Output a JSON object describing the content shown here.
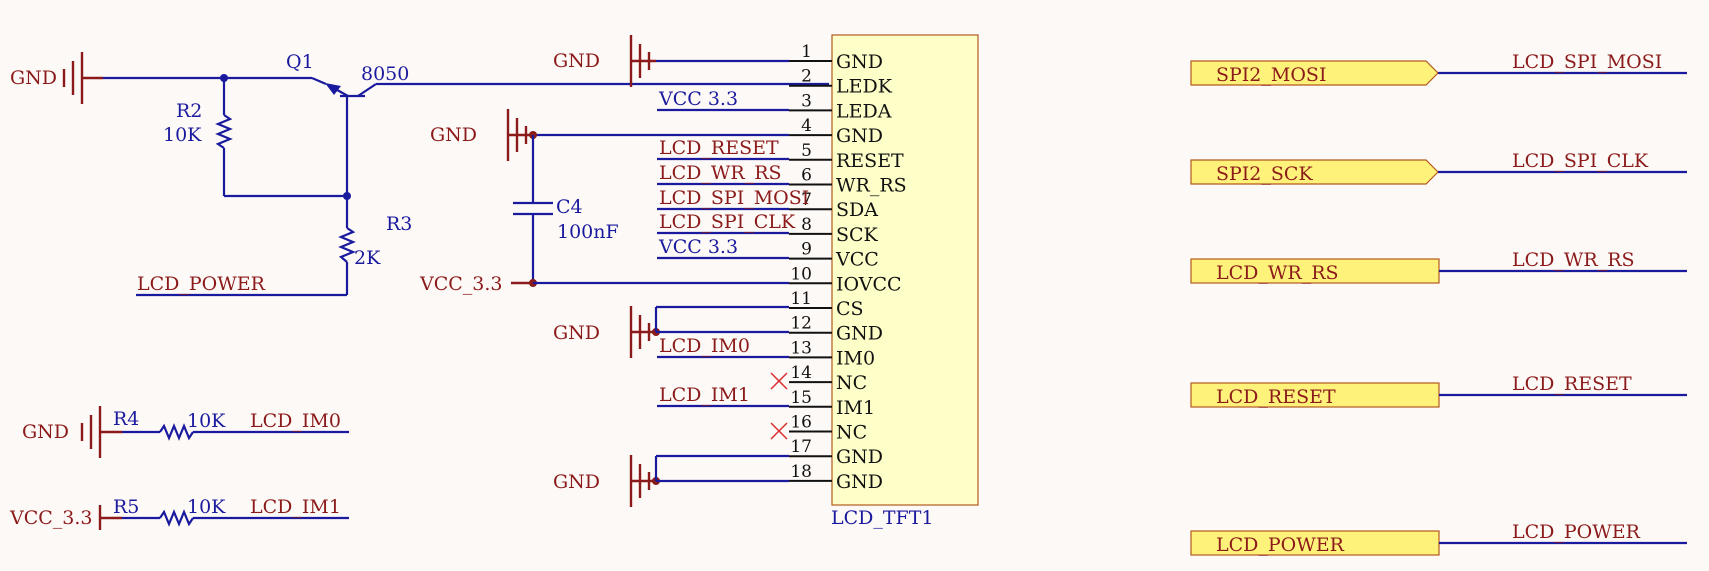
{
  "colors": {
    "background": "#fdf9f6",
    "wire": "#1a1a9e",
    "net_label": "#8b1a1a",
    "chip_fill": "#fefec8",
    "chip_border": "#b35a1f",
    "port_fill": "#fff27a",
    "noconnect": "#d83030"
  },
  "nets": {
    "gnd": "GND",
    "vcc": "VCC_3.3",
    "vcc_plain": "VCC 3.3",
    "lcd_power": "LCD_POWER",
    "lcd_im0": "LCD_IM0",
    "lcd_im1": "LCD_IM1",
    "lcd_reset_ov": "LCD_RESET",
    "lcd_wr_rs_ov": "LCD_WR_RS",
    "lcd_spi_mosi_ov": "LCD_SPI_MOSI",
    "lcd_spi_clk_ov": "LCD_SPI_CLK",
    "lcd_im0_ov": "LCD_IM0",
    "lcd_im1_ov": "LCD_IM1",
    "lcd_spi_mosi_r": "LCD_SPI_MOSI",
    "lcd_spi_clk_r": "LCD_SPI_CLK",
    "lcd_wr_rs_r": "LCD_WR_RS",
    "lcd_reset_r": "LCD_RESET",
    "lcd_power_r": "LCD_POWER"
  },
  "components": {
    "q1": {
      "designator": "Q1",
      "value": "8050"
    },
    "r2": {
      "designator": "R2",
      "value": "10K"
    },
    "r3": {
      "designator": "R3",
      "value": "2K"
    },
    "r4": {
      "designator": "R4",
      "value": "10K"
    },
    "r5": {
      "designator": "R5",
      "value": "10K"
    },
    "c4": {
      "designator": "C4",
      "value": "100nF"
    },
    "lcd": {
      "designator": "LCD_TFT1"
    }
  },
  "pins": [
    {
      "num": "1",
      "name": "GND"
    },
    {
      "num": "2",
      "name": "LEDK"
    },
    {
      "num": "3",
      "name": "LEDA"
    },
    {
      "num": "4",
      "name": "GND"
    },
    {
      "num": "5",
      "name": "RESET"
    },
    {
      "num": "6",
      "name": "WR_RS"
    },
    {
      "num": "7",
      "name": "SDA"
    },
    {
      "num": "8",
      "name": "SCK"
    },
    {
      "num": "9",
      "name": "VCC"
    },
    {
      "num": "10",
      "name": "IOVCC"
    },
    {
      "num": "11",
      "name": "CS"
    },
    {
      "num": "12",
      "name": "GND"
    },
    {
      "num": "13",
      "name": "IM0"
    },
    {
      "num": "14",
      "name": "NC"
    },
    {
      "num": "15",
      "name": "IM1"
    },
    {
      "num": "16",
      "name": "NC"
    },
    {
      "num": "17",
      "name": "GND"
    },
    {
      "num": "18",
      "name": "GND"
    }
  ],
  "ports": [
    {
      "name": "SPI2_MOSI",
      "net": "LCD_SPI_MOSI"
    },
    {
      "name": "SPI2_SCK",
      "net": "LCD_SPI_CLK"
    },
    {
      "name": "LCD_WR_RS",
      "net": "LCD_WR_RS"
    },
    {
      "name": "LCD_RESET",
      "net": "LCD_RESET"
    },
    {
      "name": "LCD_POWER",
      "net": "LCD_POWER"
    }
  ]
}
